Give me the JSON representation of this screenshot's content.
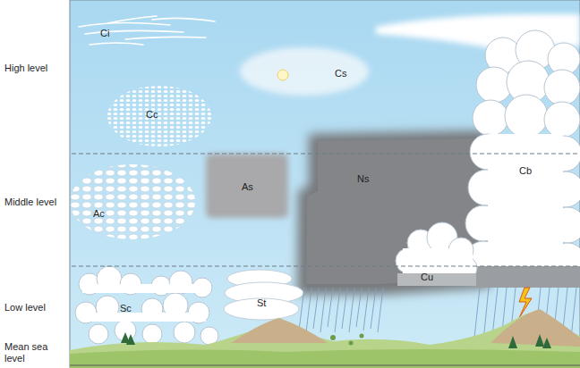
{
  "diagram": {
    "labels": [
      "High level",
      "Middle level",
      "Low level",
      "Mean sea level",
      "Ci",
      "Cc",
      "Cs",
      "As",
      "Ns",
      "Cb",
      "Ac",
      "Cu",
      "Sc",
      "St"
    ]
  }
}
